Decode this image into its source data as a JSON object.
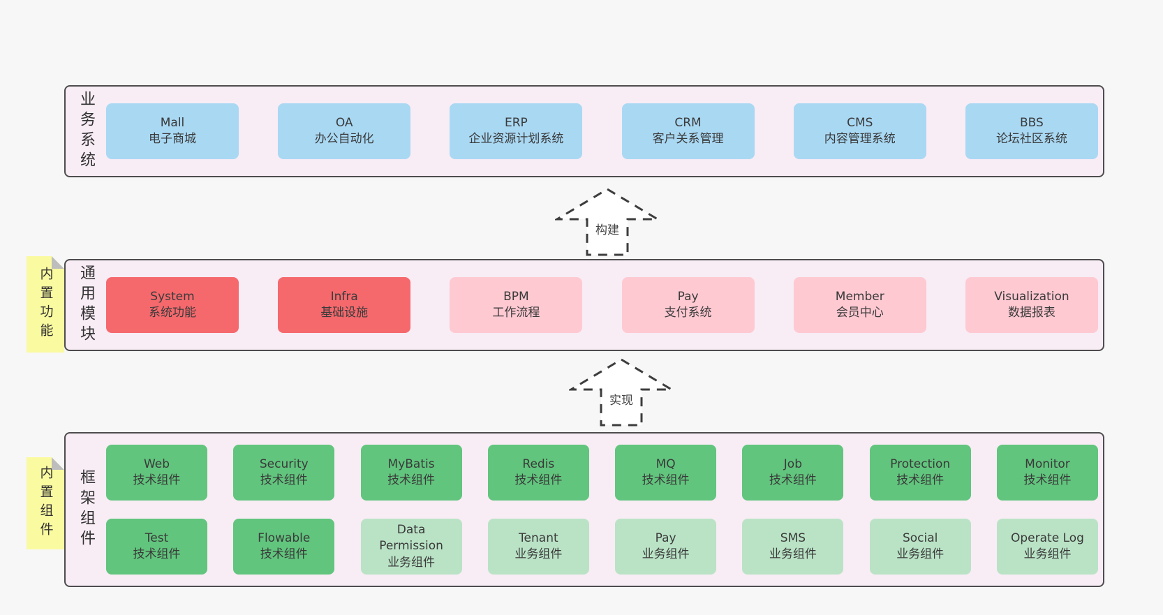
{
  "colors": {
    "page_bg": "#f7f7f7",
    "section_bg": "#f8ecf5",
    "section_border": "#4d4d4d",
    "blue": "#a9d8f3",
    "red": "#f5696d",
    "pink": "#ffc9d2",
    "green": "#61c57d",
    "light_green": "#bae3c6",
    "note_yellow": "#fafaa0",
    "note_fold_gray": "#bdbdbd",
    "text": "#3a3a3a"
  },
  "business": {
    "label": "业务系统",
    "items": [
      {
        "name": "Mall",
        "subtitle": "电子商城"
      },
      {
        "name": "OA",
        "subtitle": "办公自动化"
      },
      {
        "name": "ERP",
        "subtitle": "企业资源计划系统"
      },
      {
        "name": "CRM",
        "subtitle": "客户关系管理"
      },
      {
        "name": "CMS",
        "subtitle": "内容管理系统"
      },
      {
        "name": "BBS",
        "subtitle": "论坛社区系统"
      }
    ]
  },
  "arrows": {
    "build": "构建",
    "implement": "实现"
  },
  "modules": {
    "label": "通用模块",
    "note": "内置功能",
    "items": [
      {
        "name": "System",
        "subtitle": "系统功能"
      },
      {
        "name": "Infra",
        "subtitle": "基础设施"
      },
      {
        "name": "BPM",
        "subtitle": "工作流程"
      },
      {
        "name": "Pay",
        "subtitle": "支付系统"
      },
      {
        "name": "Member",
        "subtitle": "会员中心"
      },
      {
        "name": "Visualization",
        "subtitle": "数据报表"
      }
    ]
  },
  "components": {
    "label": "框架组件",
    "note": "内置组件",
    "row1": [
      {
        "name": "Web",
        "subtitle": "技术组件"
      },
      {
        "name": "Security",
        "subtitle": "技术组件"
      },
      {
        "name": "MyBatis",
        "subtitle": "技术组件"
      },
      {
        "name": "Redis",
        "subtitle": "技术组件"
      },
      {
        "name": "MQ",
        "subtitle": "技术组件"
      },
      {
        "name": "Job",
        "subtitle": "技术组件"
      },
      {
        "name": "Protection",
        "subtitle": "技术组件"
      },
      {
        "name": "Monitor",
        "subtitle": "技术组件"
      }
    ],
    "row2": [
      {
        "name": "Test",
        "subtitle": "技术组件"
      },
      {
        "name": "Flowable",
        "subtitle": "技术组件"
      },
      {
        "name": "Data Permission",
        "subtitle": "业务组件"
      },
      {
        "name": "Tenant",
        "subtitle": "业务组件"
      },
      {
        "name": "Pay",
        "subtitle": "业务组件"
      },
      {
        "name": "SMS",
        "subtitle": "业务组件"
      },
      {
        "name": "Social",
        "subtitle": "业务组件"
      },
      {
        "name": "Operate Log",
        "subtitle": "业务组件"
      }
    ]
  }
}
